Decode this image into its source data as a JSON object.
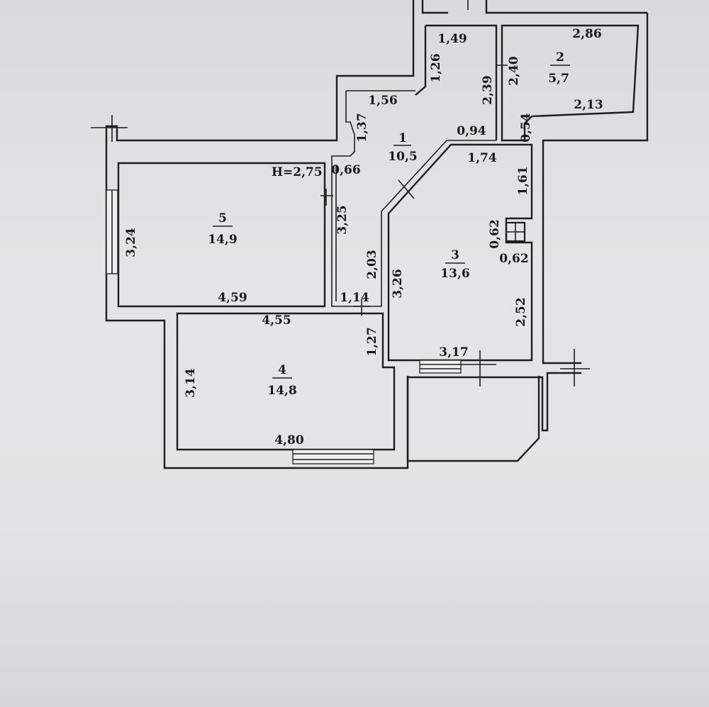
{
  "height_label": "H=2,75",
  "rooms": [
    {
      "number": "1",
      "area": "10,5"
    },
    {
      "number": "2",
      "area": "5,7"
    },
    {
      "number": "3",
      "area": "13,6"
    },
    {
      "number": "4",
      "area": "14,8"
    },
    {
      "number": "5",
      "area": "14,9"
    }
  ],
  "dimensions": {
    "top_1_49": "1,49",
    "r2_2_86": "2,86",
    "c_1_26": "1,26",
    "c_2_39": "2,39",
    "r2_2_40": "2,40",
    "r2_2_13": "2,13",
    "c_1_56": "1,56",
    "c_1_37": "1,37",
    "c_0_94": "0,94",
    "c_0_54": "0,54",
    "c_1_74": "1,74",
    "c_0_66": "0,66",
    "r3_1_61": "1,61",
    "r5_3_24": "3,24",
    "c_3_25": "3,25",
    "r3_0_62_v": "0,62",
    "r3_0_62_h": "0,62",
    "c_2_03": "2,03",
    "r3_3_26": "3,26",
    "r5_4_59": "4,59",
    "c_1_14": "1,14",
    "r4_4_55": "4,55",
    "r3_2_52": "2,52",
    "c_1_27": "1,27",
    "r3_3_17": "3,17",
    "r4_3_14": "3,14",
    "r4_4_80": "4,80"
  }
}
